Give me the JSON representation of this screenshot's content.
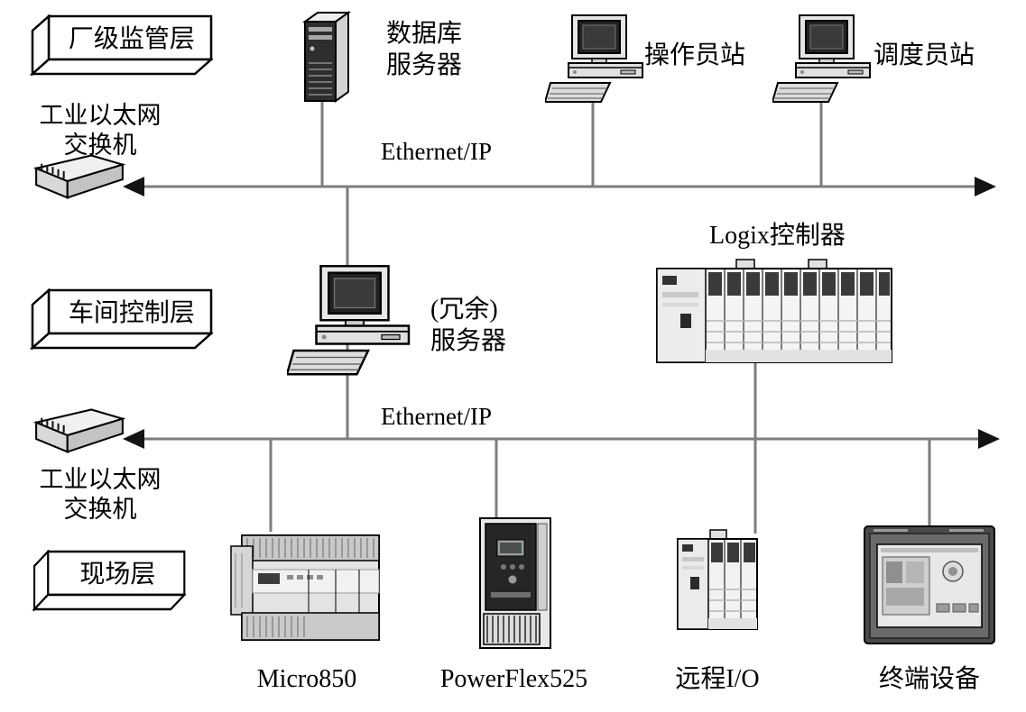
{
  "layers": {
    "factory_label": "厂级监管层",
    "workshop_label": "车间控制层",
    "field_label": "现场层"
  },
  "switches": {
    "top": {
      "line1": "工业以太网",
      "line2": "交换机"
    },
    "bottom": {
      "line1": "工业以太网",
      "line2": "交换机"
    }
  },
  "buses": {
    "top_label": "Ethernet/IP",
    "bottom_label": "Ethernet/IP"
  },
  "devices": {
    "database_server": {
      "line1": "数据库",
      "line2": "服务器"
    },
    "operator_station": {
      "label": "操作员站"
    },
    "dispatcher_station": {
      "label": "调度员站"
    },
    "redundant_server": {
      "line1": "(冗余)",
      "line2": "服务器"
    },
    "logix_controller": {
      "label": "Logix控制器"
    },
    "micro850": {
      "label": "Micro850"
    },
    "powerflex525": {
      "label": "PowerFlex525"
    },
    "remote_io": {
      "label": "远程I/O"
    },
    "terminal_device": {
      "label": "终端设备"
    }
  },
  "colors": {
    "wire": "#7d7d7d",
    "arrow": "#141414",
    "text": "#000000",
    "background": "#ffffff"
  }
}
